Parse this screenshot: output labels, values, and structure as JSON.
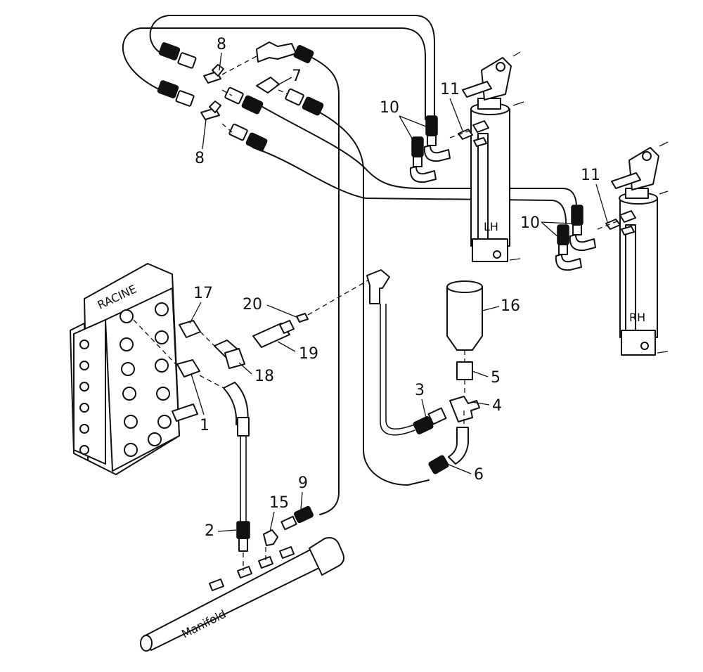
{
  "labels": {
    "valve_brand": "RACINE",
    "cylinder_left": "LH",
    "cylinder_right": "RH",
    "manifold": "Manifold"
  },
  "callouts": {
    "c1": "1",
    "c2": "2",
    "c3": "3",
    "c4": "4",
    "c5": "5",
    "c6": "6",
    "c7": "7",
    "c8a": "8",
    "c8b": "8",
    "c9": "9",
    "c10a": "10",
    "c10b": "10",
    "c11a": "11",
    "c11b": "11",
    "c15": "15",
    "c16": "16",
    "c17": "17",
    "c18": "18",
    "c19": "19",
    "c20": "20"
  }
}
